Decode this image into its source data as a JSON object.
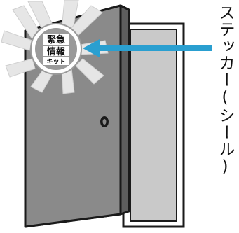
{
  "sticker": {
    "line1": "緊急",
    "line2": "情報",
    "line3": "キット"
  },
  "callout_label": "ステッカー(シール)",
  "colors": {
    "door_face": "#8a8a8a",
    "door_frame_inner": "#c9c9c9",
    "door_outline": "#1a1a1a",
    "sticker_glow": "#e6e6e6",
    "sticker_badge": "#9a9a9a",
    "arrow": "#2a9fd0"
  },
  "icons": {
    "door": "open-door-icon",
    "knob": "door-knob-icon",
    "sticker": "emergency-info-kit-sticker"
  }
}
